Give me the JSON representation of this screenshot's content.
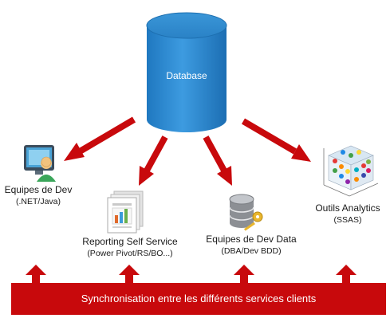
{
  "center": {
    "label": "Database"
  },
  "nodes": [
    {
      "title": "Equipes de Dev",
      "subtitle": "(.NET/Java)",
      "icon": "user-monitor-icon"
    },
    {
      "title": "Reporting Self Service",
      "subtitle": "(Power Pivot/RS/BO...)",
      "icon": "report-chart-icon"
    },
    {
      "title": "Equipes de Dev Data",
      "subtitle": "(DBA/Dev BDD)",
      "icon": "database-key-icon"
    },
    {
      "title": "Outils Analytics",
      "subtitle": "(SSAS)",
      "icon": "olap-cube-icon"
    }
  ],
  "banner": {
    "text": "Synchronisation entre les différents services clients"
  },
  "colors": {
    "arrow": "#c8090c",
    "cylinder": "#2e8ecf",
    "banner": "#c8090c"
  }
}
